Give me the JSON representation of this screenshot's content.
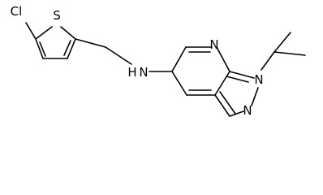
{
  "structure": {
    "atoms": {
      "chlorine": "Cl",
      "sulfur": "S",
      "amine": "H",
      "amine_n": "N",
      "pyridine_n": "N",
      "pyrazole_n1": "N",
      "pyrazole_n2": "N"
    }
  },
  "colors": {
    "bond": "#000000",
    "label": "#000000",
    "background": "#ffffff"
  }
}
